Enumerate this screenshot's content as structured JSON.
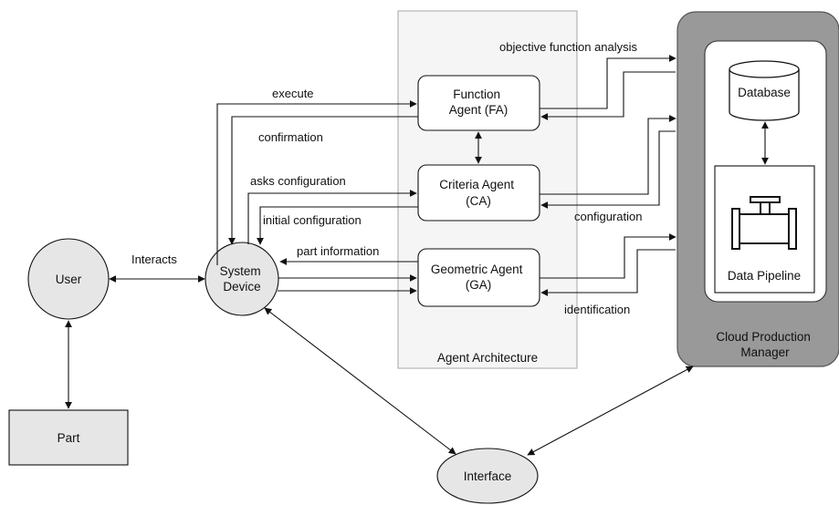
{
  "containers": {
    "agent_architecture": "Agent Architecture",
    "cloud_production_manager": [
      "Cloud Production",
      "Manager"
    ]
  },
  "nodes": {
    "user": "User",
    "part": "Part",
    "system_device": [
      "System",
      "Device"
    ],
    "interface": "Interface",
    "function_agent": [
      "Function",
      "Agent (FA)"
    ],
    "criteria_agent": [
      "Criteria Agent",
      "(CA)"
    ],
    "geometric_agent": [
      "Geometric Agent",
      "(GA)"
    ],
    "database": "Database",
    "data_pipeline": "Data Pipeline"
  },
  "edge_labels": {
    "interacts": "Interacts",
    "execute": "execute",
    "confirmation": "confirmation",
    "asks_configuration": "asks configuration",
    "initial_configuration": "initial configuration",
    "part_information": "part information",
    "objective_function_analysis": "objective function analysis",
    "configuration": "configuration",
    "identification": "identification"
  },
  "colors": {
    "node_fill": "#e6e6e6",
    "container_fill": "#f5f5f5",
    "container_stroke": "#b3b3b3",
    "cloud_fill": "#999999",
    "line": "#111111"
  }
}
